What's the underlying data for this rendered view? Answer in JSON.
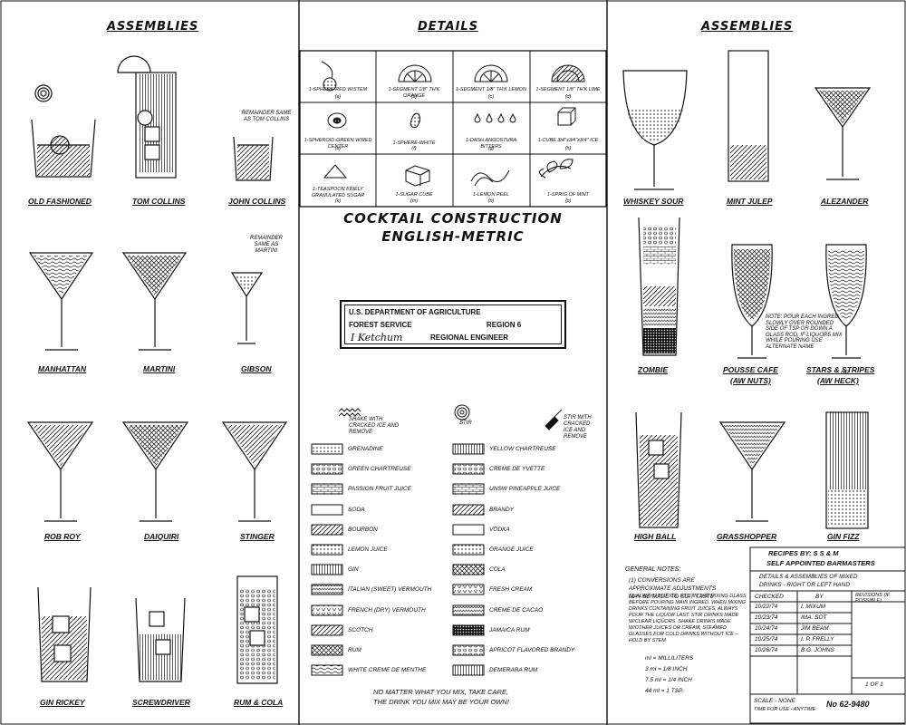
{
  "headers": {
    "left": "ASSEMBLIES",
    "center": "DETAILS",
    "right": "ASSEMBLIES"
  },
  "details": [
    {
      "label": "1-SPHERE-RED W/STEM",
      "code": "(a)"
    },
    {
      "label": "1-SEGMENT 1/8\" TH'K ORANGE",
      "code": "(b)"
    },
    {
      "label": "1-SEGMENT 1/8\" TH'K LEMON",
      "code": "(c)"
    },
    {
      "label": "1-SEGMENT 1/8\" TH'K LIME",
      "code": "(d)"
    },
    {
      "label": "1-SPHEROID-GREEN W/RED CENTER",
      "code": "(e)"
    },
    {
      "label": "1-SPHERE-WHITE",
      "code": "(f)"
    },
    {
      "label": "1-DASH ANGOSTURA BITTERS",
      "code": "(g)"
    },
    {
      "label": "1-CUBE 3/4\"x3/4\"x3/4\" ICE",
      "code": "(h)"
    },
    {
      "label": "1-TEASPOON FINELY GRANULATED SUGAR",
      "code": "(k)"
    },
    {
      "label": "1-SUGAR CUBE",
      "code": "(m)"
    },
    {
      "label": "1-LEMON PEEL",
      "code": "(n)"
    },
    {
      "label": "1-SPRIG OF MINT",
      "code": "(p)"
    }
  ],
  "title": {
    "line1": "COCKTAIL CONSTRUCTION",
    "line2": "ENGLISH-METRIC"
  },
  "agency": {
    "line1": "U.S. DEPARTMENT OF AGRICULTURE",
    "line2a": "FOREST SERVICE",
    "line2b": "REGION 6",
    "signature": "I Ketchum",
    "line3": "REGIONAL ENGINEER"
  },
  "symbols": {
    "shake": "SHAKE WITH CRACKED ICE AND REMOVE",
    "stir": "STIR",
    "stir_remove": "STIR WITH CRACKED ICE AND REMOVE"
  },
  "legend_left": [
    "GRENADINE",
    "GREEN CHARTREUSE",
    "PASSION FRUIT JUICE",
    "SODA",
    "BOURBON",
    "LEMON JUICE",
    "GIN",
    "ITALIAN (SWEET) VERMOUTH",
    "FRENCH (DRY) VERMOUTH",
    "SCOTCH",
    "RUM",
    "WHITE CREME DE MENTHE"
  ],
  "legend_right": [
    "YELLOW CHARTREUSE",
    "CREME DE YVETTE",
    "UNSW PINEAPPLE JUICE",
    "BRANDY",
    "VODKA",
    "ORANGE JUICE",
    "COLA",
    "FRESH CREAM",
    "CREME DE CACAO",
    "JAMAICA RUM",
    "APRICOT FLAVORED BRANDY",
    "DEMERARA RUM"
  ],
  "motto": {
    "line1": "NO MATTER WHAT YOU MIX, TAKE CARE,",
    "line2": "THE DRINK YOU MIX MAY BE YOUR OWN!"
  },
  "left_drinks": [
    "OLD FASHIONED",
    "TOM COLLINS",
    "JOHN COLLINS",
    "MANHATTAN",
    "MARTINI",
    "GIBSON",
    "ROB ROY",
    "DAIQUIRI",
    "STINGER",
    "GIN RICKEY",
    "SCREWDRIVER",
    "RUM & COLA"
  ],
  "right_drinks": [
    "WHISKEY SOUR",
    "MINT JULEP",
    "ALEZANDER",
    "ZOMBIE",
    "POUSSE CAFE",
    "STARS & STRIPES",
    "HIGH BALL",
    "GRASSHOPPER",
    "GIN FIZZ"
  ],
  "right_subnames": {
    "pousse": "(AW NUTS)",
    "stars": "(AW HECK)",
    "stars_or": "OR"
  },
  "remarks": {
    "john": "REMAINDER SAME AS TOM COLLINS",
    "gibson": "REMAINDER SAME AS MARTINI"
  },
  "pousse_note": "NOTE: POUR EACH INGRED. SLOWLY OVER ROUNDED SIDE OF TSP OR DOWN A GLASS ROD, IF LIQUORS MIX WHILE POURING USE ALTERNATE NAME",
  "general_notes": {
    "heading": "GENERAL NOTES:",
    "n1": "(1) CONVERSIONS ARE APPROXIMATE ADJUSTMENTS MAY BE MADE TO SUIT TASTE",
    "n2": "(2) ALWAYS PUT ICE, ETC. IN THE MIXING GLASS BEFORE POURING MAIN INGRED. WHEN MIXING DRINKS CONTAINING FRUIT JUICES, ALWAYS POUR THE LIQUOR LAST. STIR DRINKS MADE W/CLEAR LIQUORS. SHAKE DRINKS MADE W/OTHER JUICES OR CREAM, STEAMED GLASSES FOR COLD DRINKS WITHOUT ICE -- HOLD BY STEM",
    "c1": "ml = MILLILITERS",
    "c2": "3 ml = 1/8 INCH",
    "c3": "7.5 ml = 1/4 INCH",
    "c4": "44 ml = 1 TSP."
  },
  "title_block": {
    "recipes_by": "RECIPES BY: S S & M",
    "self": "SELF APPOINTED BARMASTERS",
    "desc1": "DETAILS & ASSEMBLIES OF MIXED",
    "desc2": "DRINKS - RIGHT OR LEFT HAND",
    "checked": "CHECKED",
    "by": "BY",
    "revisions": "REVISIONS (IF POSSIBLE)",
    "rows": [
      {
        "date": "10/22/74",
        "name": "I. MIXUM"
      },
      {
        "date": "10/23/74",
        "name": "IMA. SOT"
      },
      {
        "date": "10/24/74",
        "name": "JIM BEAM"
      },
      {
        "date": "10/25/74",
        "name": "I. P. FRELLY"
      },
      {
        "date": "10/26/74",
        "name": "B.G. JOHNS"
      }
    ],
    "scale": "SCALE - NONE",
    "time": "TIME FOR USE - ANYTIME",
    "sheet": "1 OF 1",
    "number": "No 62-9480"
  }
}
